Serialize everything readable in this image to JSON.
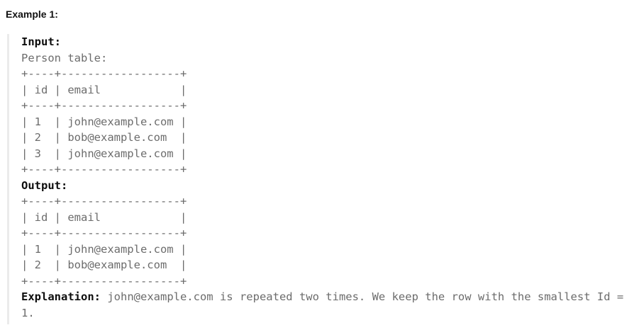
{
  "colors": {
    "background": "#ffffff",
    "muted_text": "#6c6c6c",
    "strong_text": "#0d0d0d",
    "left_border": "#ebebeb"
  },
  "example": {
    "title": "Example 1:",
    "input_label": "Input:",
    "input_intro": "Person table:",
    "input_table_ascii": "+----+------------------+\n| id | email            |\n+----+------------------+\n| 1  | john@example.com |\n| 2  | bob@example.com  |\n| 3  | john@example.com |\n+----+------------------+",
    "output_label": "Output:",
    "output_table_ascii": "+----+------------------+\n| id | email            |\n+----+------------------+\n| 1  | john@example.com |\n| 2  | bob@example.com  |\n+----+------------------+",
    "explanation_label": "Explanation:",
    "explanation_text": "john@example.com is repeated two times. We keep the row with the smallest Id = 1."
  },
  "tables": {
    "input": {
      "name": "Person",
      "headers": [
        "id",
        "email"
      ],
      "rows": [
        [
          "1",
          "john@example.com"
        ],
        [
          "2",
          "bob@example.com"
        ],
        [
          "3",
          "john@example.com"
        ]
      ]
    },
    "output": {
      "headers": [
        "id",
        "email"
      ],
      "rows": [
        [
          "1",
          "john@example.com"
        ],
        [
          "2",
          "bob@example.com"
        ]
      ]
    }
  }
}
